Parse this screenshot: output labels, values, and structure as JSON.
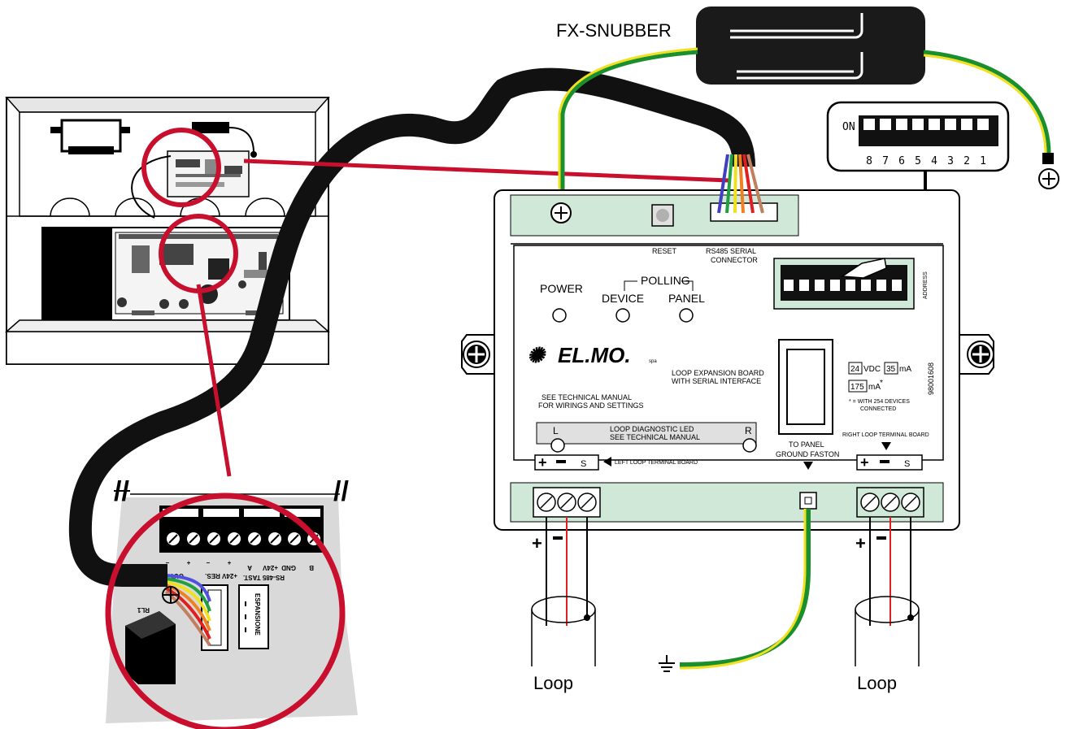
{
  "labels": {
    "snubber": "FX-SNUBBER",
    "dip_on": "ON",
    "dip_numbers": [
      "8",
      "7",
      "6",
      "5",
      "4",
      "3",
      "2",
      "1"
    ],
    "reset": "RESET",
    "rs485_line1": "RS485 SERIAL",
    "rs485_line2": "CONNECTOR",
    "power": "POWER",
    "polling": "POLLING",
    "device": "DEVICE",
    "panel": "PANEL",
    "address": "ADDRESS",
    "logo": "EL.MO.",
    "logo_sup": "spa",
    "board_line1": "LOOP EXPANSION BOARD",
    "board_line2": "WITH SERIAL INTERFACE",
    "manual_line1": "SEE TECHNICAL MANUAL",
    "manual_line2": "FOR WIRINGS AND SETTINGS",
    "diag_line1": "LOOP DIAGNOSTIC LED",
    "diag_line2": "SEE TECHNICAL MANUAL",
    "diag_l": "L",
    "diag_r": "R",
    "volt_val": "24",
    "volt_unit": "VDC",
    "ma_val": "35",
    "ma_unit": "mA",
    "ma2_val": "175",
    "ma2_unit": "mA",
    "note_line1": "* = WITH 254 DEVICES",
    "note_line2": "CONNECTED",
    "serial": "98001608",
    "ground_line1": "TO PANEL",
    "ground_line2": "GROUND FASTON",
    "left_term": "LEFT LOOP TERMINAL BOARD",
    "right_term": "RIGHT LOOP TERMINAL BOARD",
    "term_s": "S",
    "loop_left": "Loop",
    "loop_right": "Loop",
    "zoom_out": "OUT",
    "zoom_24v": "+24V RES.",
    "zoom_rs485": "RS-485 TAST.",
    "zoom_a": "A",
    "zoom_b": "B",
    "zoom_gnd": "GND",
    "zoom_24": "+24V",
    "zoom_exp": "ESPANSIONE",
    "zoom_rl": "RL1"
  },
  "colors": {
    "highlight_circle": "#c8102e",
    "cable": "#111111",
    "board_green": "#cfe8d8",
    "ground_green": "#1a8f2e",
    "ground_yellow": "#f0e020",
    "wire_red": "#e02020"
  }
}
